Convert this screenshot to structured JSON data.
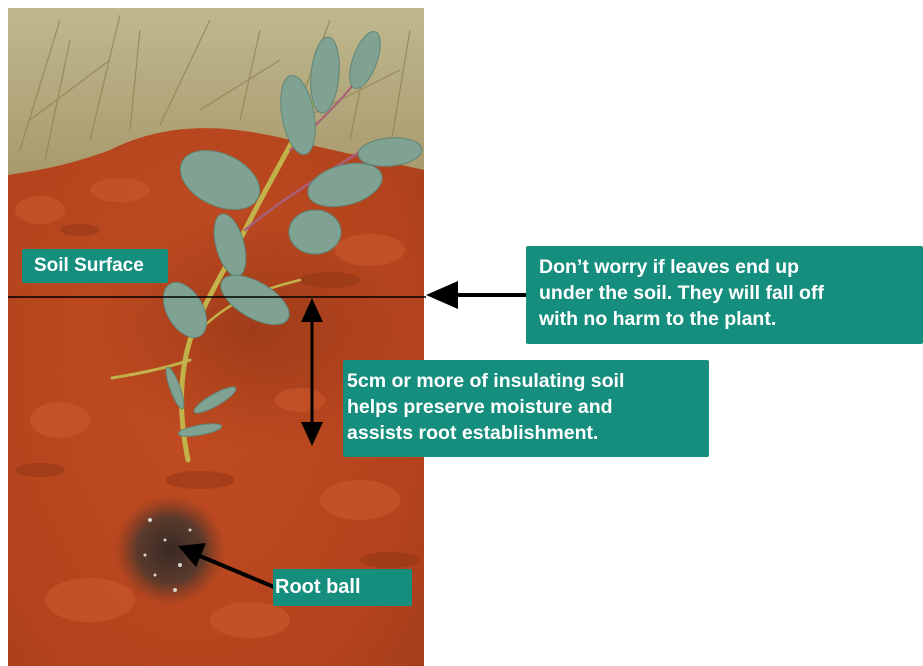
{
  "colors": {
    "callout_bg": "#168e7e",
    "callout_text": "#ffffff",
    "soil": "#b5451f",
    "grass": "#b8ab7c",
    "leaf": "#7fa293",
    "stem": "#c7b84e",
    "arrow": "#000000"
  },
  "labels": {
    "soil_surface": "Soil Surface",
    "leaves_note": [
      "Don’t worry if leaves end up",
      "under the soil. They will fall off",
      "with no harm to the plant."
    ],
    "insulating_note": [
      "5cm or more of insulating soil",
      "helps preserve moisture and",
      "assists root establishment."
    ],
    "root_ball": "Root ball"
  }
}
